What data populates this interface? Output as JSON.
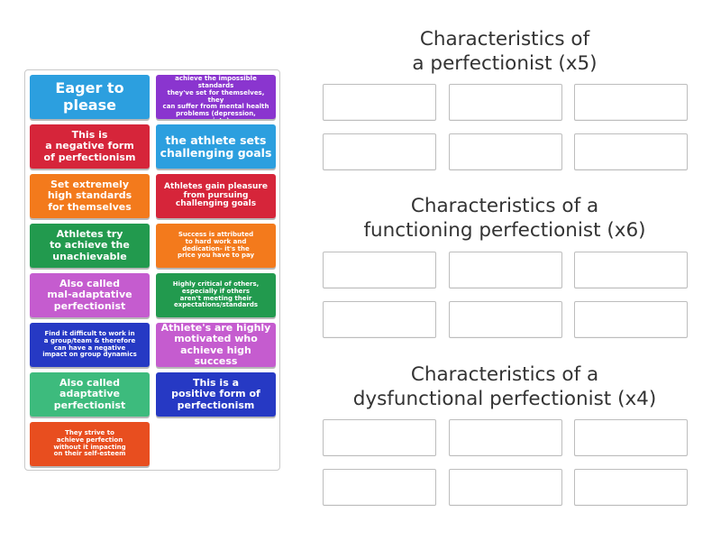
{
  "tiles": [
    {
      "text": "Eager to\nplease",
      "color": "#2c9fdf"
    },
    {
      "text": "When athletes are unable to\nachieve the impossible standards\nthey've set for themselves, they\ncan suffer from mental health\nproblems (depression, anxiety).",
      "color": "#8a35cf"
    },
    {
      "text": "This is\na negative form\nof perfectionism",
      "color": "#d6253a"
    },
    {
      "text": "the athlete sets\nchallenging goals",
      "color": "#2c9fdf"
    },
    {
      "text": "Set extremely\nhigh standards\nfor themselves",
      "color": "#f37a1c"
    },
    {
      "text": "Athletes gain pleasure\nfrom pursuing\nchallenging goals",
      "color": "#d6253a"
    },
    {
      "text": "Athletes try\nto achieve the\nunachievable",
      "color": "#229a4e"
    },
    {
      "text": "Success is attributed\nto hard work and\ndedication- it's the\nprice you have to pay",
      "color": "#f37a1c"
    },
    {
      "text": "Also called\nmal-adaptative\nperfectionist",
      "color": "#c55ccf"
    },
    {
      "text": "Highly critical of others,\nespecially if others\naren't meeting their\nexpectations/standards",
      "color": "#229a4e"
    },
    {
      "text": "Find it difficult to work in\na group/team & therefore\ncan have a negative\nimpact on group dynamics",
      "color": "#2639c4"
    },
    {
      "text": "Athlete's are highly\nmotivated who\nachieve high success",
      "color": "#c55ccf"
    },
    {
      "text": "Also called\nadaptative\nperfectionist",
      "color": "#3dbb7d"
    },
    {
      "text": "This is a\npositive form of\nperfectionism",
      "color": "#2639c4"
    },
    {
      "text": "They strive to\nachieve perfection\nwithout it impacting\non their self-esteem",
      "color": "#e84e1f"
    }
  ],
  "groups": [
    {
      "title": "Characteristics of\na perfectionist (x5)"
    },
    {
      "title": "Characteristics of a\nfunctioning perfectionist (x6)"
    },
    {
      "title": "Characteristics of a\ndysfunctional perfectionist (x4)"
    }
  ]
}
